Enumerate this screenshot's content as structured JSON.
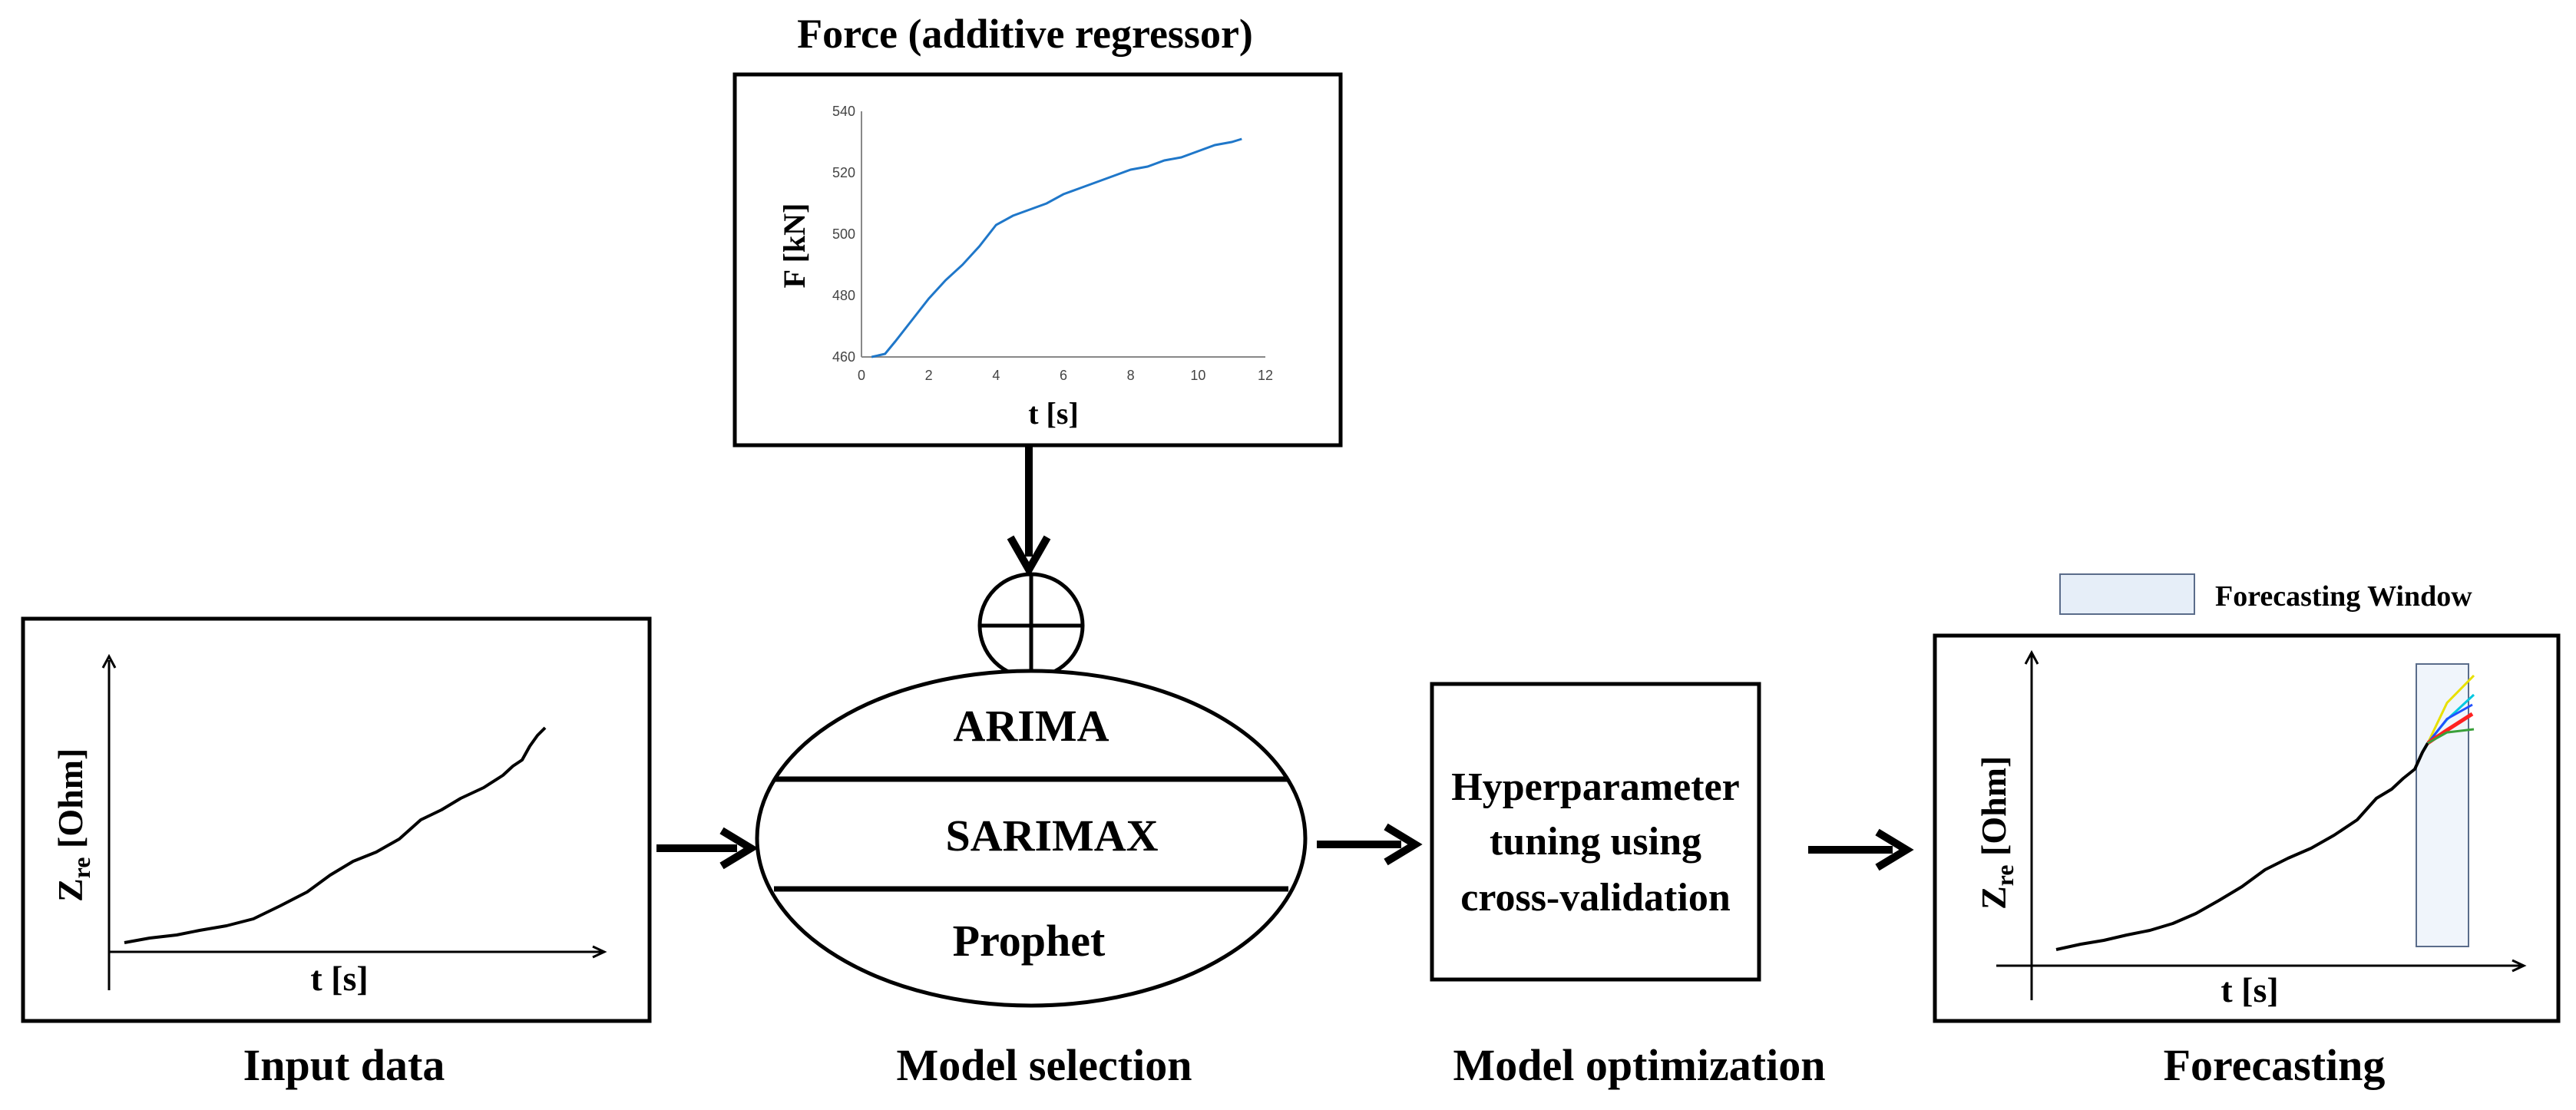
{
  "force_panel": {
    "title": "Force (additive regressor)",
    "chart_data": {
      "type": "line",
      "xlabel": "t [s]",
      "ylabel": "F [kN]",
      "xlim": [
        0,
        12
      ],
      "ylim": [
        460,
        540
      ],
      "xticks": [
        "0",
        "2",
        "4",
        "6",
        "8",
        "10",
        "12"
      ],
      "yticks": [
        "460",
        "480",
        "500",
        "520",
        "540"
      ],
      "series": [
        {
          "color": "#1f77c9",
          "x": [
            0.3,
            0.7,
            1.0,
            1.5,
            2.0,
            2.5,
            3.0,
            3.5,
            4.0,
            4.5,
            5.0,
            5.5,
            6.0,
            6.5,
            7.0,
            7.5,
            8.0,
            8.5,
            9.0,
            9.5,
            10.0,
            10.5,
            11.0,
            11.3
          ],
          "y": [
            460,
            461,
            465,
            472,
            479,
            485,
            490,
            496,
            503,
            506,
            508,
            510,
            513,
            515,
            517,
            519,
            521,
            522,
            524,
            525,
            527,
            529,
            530,
            531
          ]
        }
      ]
    }
  },
  "symbols": {
    "sum_symbol": "circled-plus-icon"
  },
  "input_panel": {
    "ylabel_main": "Z",
    "ylabel_sub": "re",
    "ylabel_unit": " [Ohm]",
    "xlabel": "t [s]",
    "caption": "Input data"
  },
  "model_selection": {
    "models": [
      "ARIMA",
      "SARIMAX",
      "Prophet"
    ],
    "caption": "Model selection"
  },
  "model_optimization": {
    "text_lines": [
      "Hyperparameter",
      "tuning using",
      "cross-validation"
    ],
    "caption": "Model optimization"
  },
  "forecasting_panel": {
    "legend_label": "Forecasting Window",
    "ylabel_main": "Z",
    "ylabel_sub": "re",
    "ylabel_unit": " [Ohm]",
    "xlabel": "t [s]",
    "caption": "Forecasting",
    "forecast_colors": [
      "#e8e000",
      "#00c8e0",
      "#2050ff",
      "#ff2020",
      "#3aa03a"
    ]
  },
  "colors": {
    "stroke": "#000000",
    "force_line": "#1f77c9",
    "window_fill": "#e6eef8",
    "window_stroke": "#5a6c8a"
  }
}
